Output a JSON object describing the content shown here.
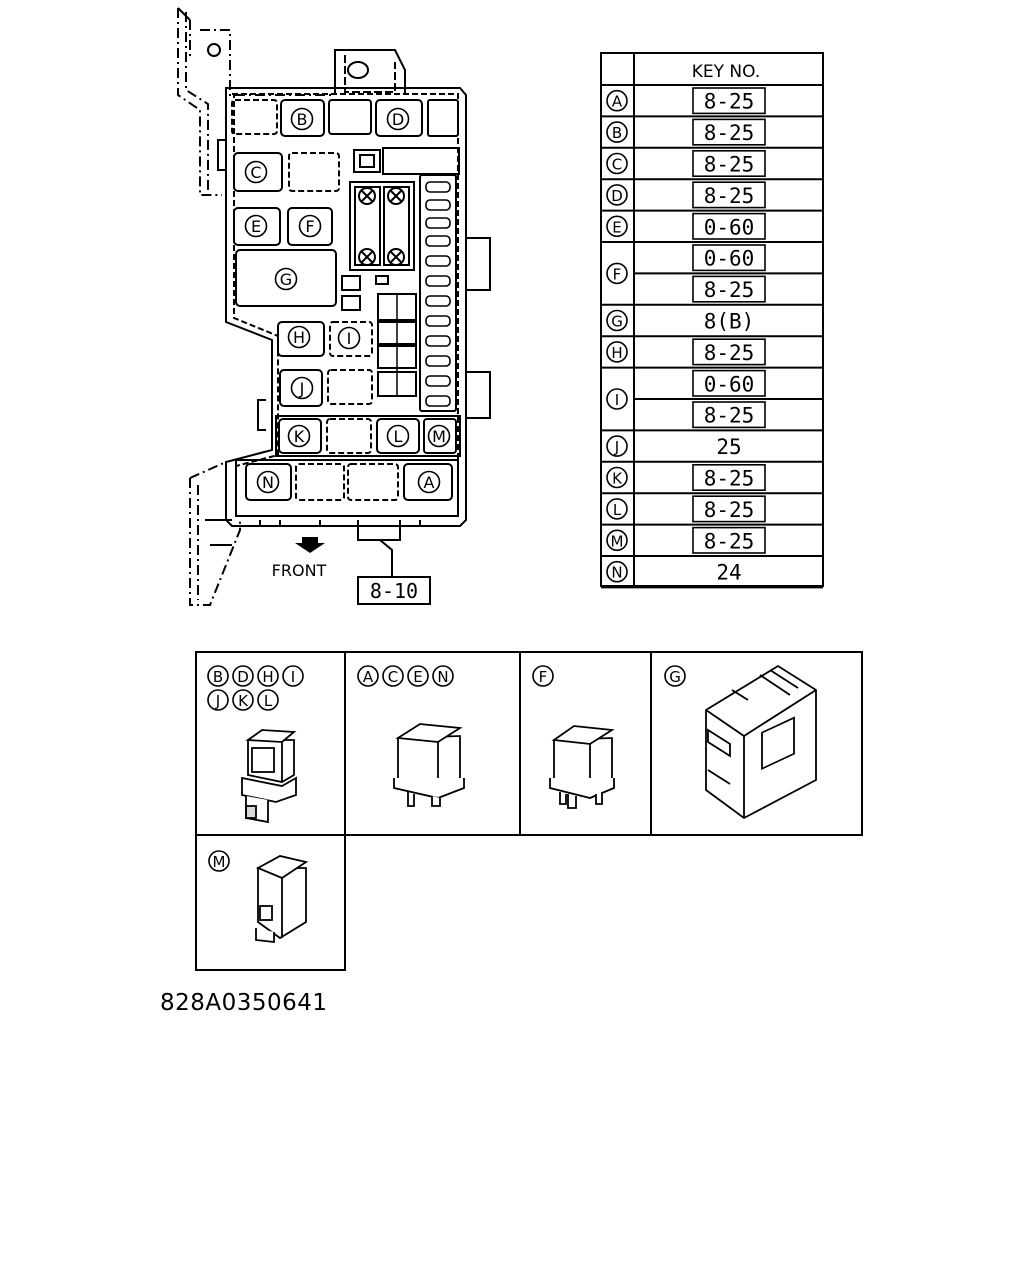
{
  "box_labels": {
    "A": "A",
    "B": "B",
    "C": "C",
    "D": "D",
    "E": "E",
    "F": "F",
    "G": "G",
    "H": "H",
    "I": "I",
    "J": "J",
    "K": "K",
    "L": "L",
    "M": "M",
    "N": "N"
  },
  "front_label": "FRONT",
  "bottom_ref_key": "8-10",
  "key_table": {
    "header": "KEY NO.",
    "rows": [
      {
        "letter": "A",
        "keys": [
          {
            "value": "8-25",
            "boxed": true
          }
        ]
      },
      {
        "letter": "B",
        "keys": [
          {
            "value": "8-25",
            "boxed": true
          }
        ]
      },
      {
        "letter": "C",
        "keys": [
          {
            "value": "8-25",
            "boxed": true
          }
        ]
      },
      {
        "letter": "D",
        "keys": [
          {
            "value": "8-25",
            "boxed": true
          }
        ]
      },
      {
        "letter": "E",
        "keys": [
          {
            "value": "0-60",
            "boxed": true
          }
        ]
      },
      {
        "letter": "F",
        "keys": [
          {
            "value": "0-60",
            "boxed": true
          },
          {
            "value": "8-25",
            "boxed": true
          }
        ]
      },
      {
        "letter": "G",
        "keys": [
          {
            "value": "8(B)",
            "boxed": false
          }
        ]
      },
      {
        "letter": "H",
        "keys": [
          {
            "value": "8-25",
            "boxed": true
          }
        ]
      },
      {
        "letter": "I",
        "keys": [
          {
            "value": "0-60",
            "boxed": true
          },
          {
            "value": "8-25",
            "boxed": true
          }
        ]
      },
      {
        "letter": "J",
        "keys": [
          {
            "value": "25",
            "boxed": false
          }
        ]
      },
      {
        "letter": "K",
        "keys": [
          {
            "value": "8-25",
            "boxed": true
          }
        ]
      },
      {
        "letter": "L",
        "keys": [
          {
            "value": "8-25",
            "boxed": true
          }
        ]
      },
      {
        "letter": "M",
        "keys": [
          {
            "value": "8-25",
            "boxed": true
          }
        ]
      },
      {
        "letter": "N",
        "keys": [
          {
            "value": "24",
            "boxed": false
          }
        ]
      }
    ]
  },
  "relay_panels": [
    {
      "letters": [
        "B",
        "D",
        "H",
        "I",
        "J",
        "K",
        "L"
      ],
      "relay": "relay-tall-with-tab"
    },
    {
      "letters": [
        "A",
        "C",
        "E",
        "N"
      ],
      "relay": "relay-square-4-pin"
    },
    {
      "letters": [
        "F"
      ],
      "relay": "relay-square-3-pin"
    },
    {
      "letters": [
        "G"
      ],
      "relay": "relay-block-large"
    },
    {
      "letters": [
        "M"
      ],
      "relay": "relay-compact-with-hook"
    }
  ],
  "part_code": "828A0350641"
}
